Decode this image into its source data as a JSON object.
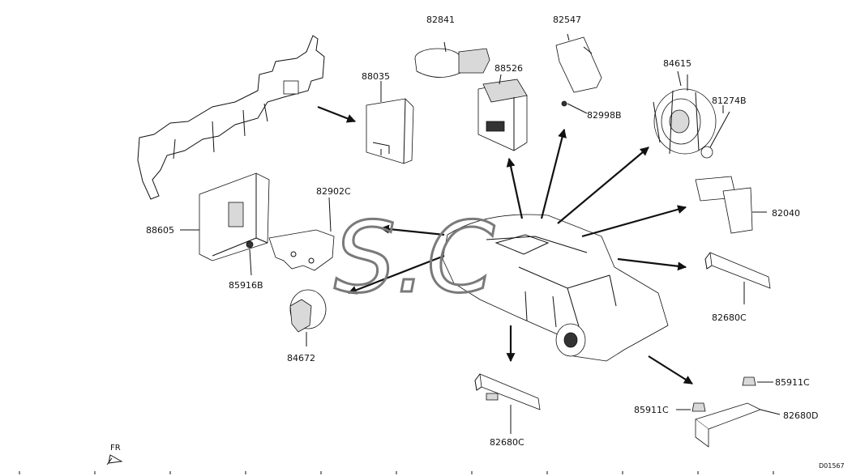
{
  "parts": {
    "p82841": "82841",
    "p82547": "82547",
    "p88035": "88035",
    "p88526": "88526",
    "p84615": "84615",
    "p81274B": "81274B",
    "p82998B": "82998B",
    "p82902C": "82902C",
    "p82040": "82040",
    "p88605": "88605",
    "p85916B": "85916B",
    "p82680C_right": "82680C",
    "p84672": "84672",
    "p85911C_top": "85911C",
    "p85911C_left": "85911C",
    "p82680D": "82680D",
    "p82680C_bottom": "82680C"
  },
  "orientation": {
    "label": "FR"
  },
  "diagram_code": "D01567",
  "watermark": "S.C"
}
